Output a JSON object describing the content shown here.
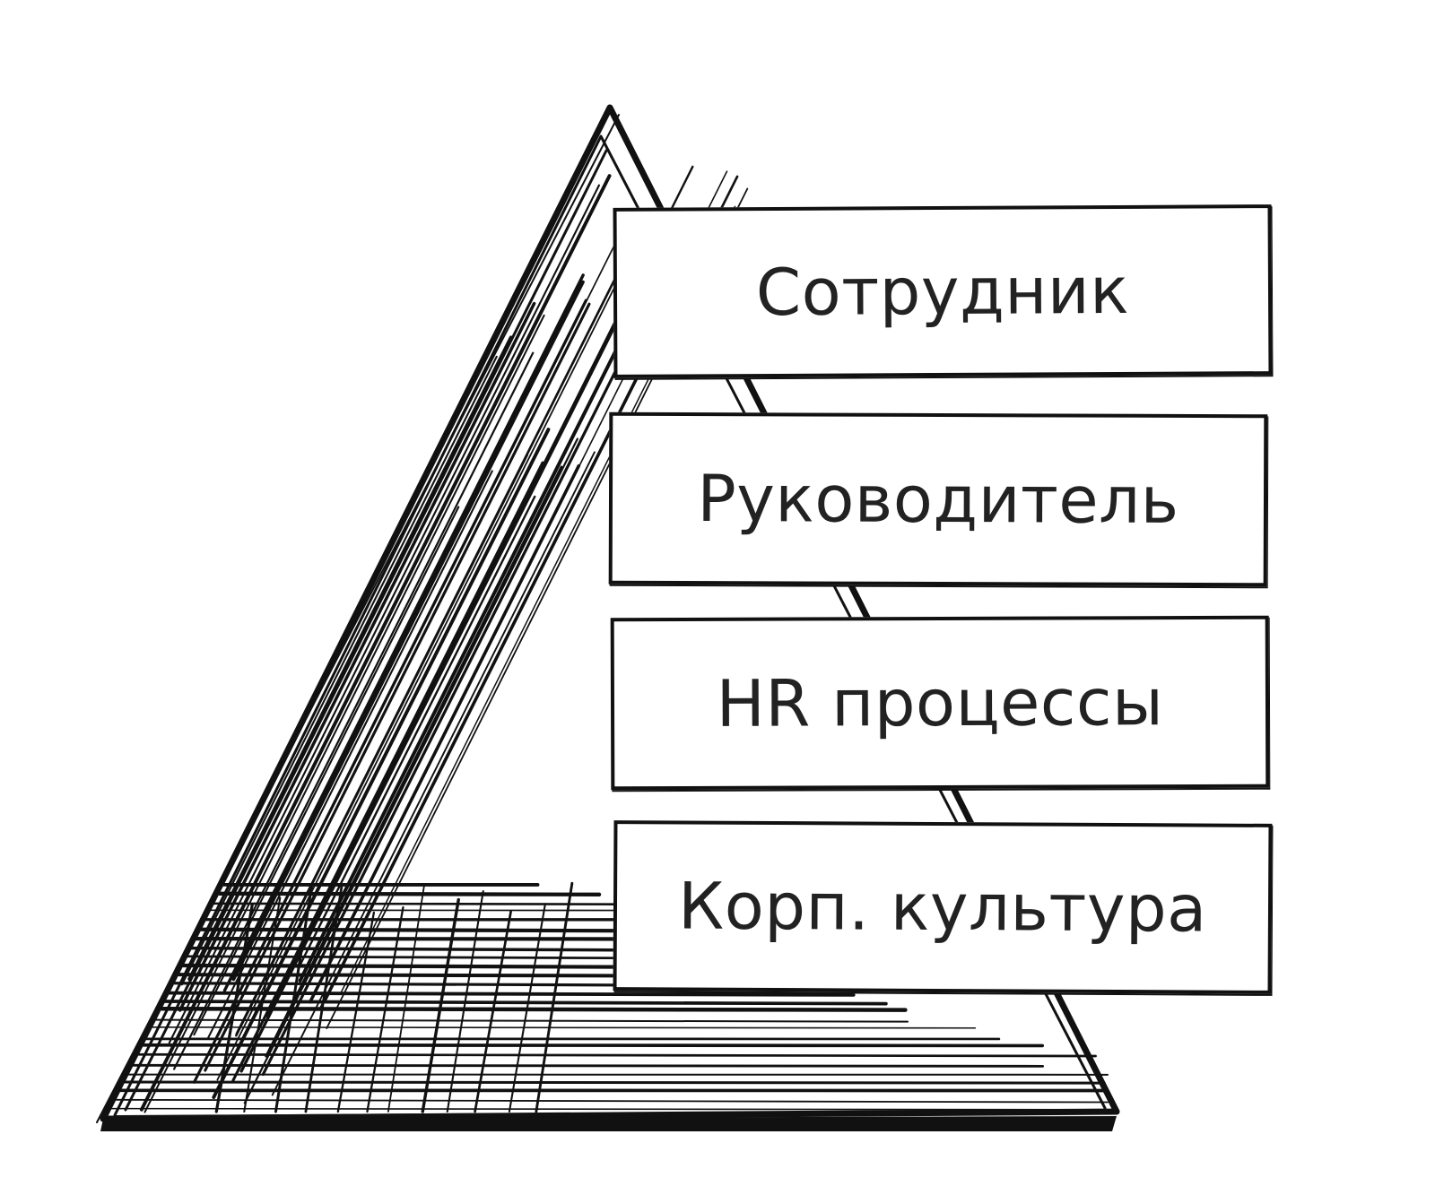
{
  "diagram": {
    "type": "pyramid",
    "levels": [
      {
        "label": "Сотрудник"
      },
      {
        "label": "Руководитель"
      },
      {
        "label": "HR процессы"
      },
      {
        "label": "Корп. культура"
      }
    ]
  },
  "colors": {
    "ink": "#111111",
    "background": "#ffffff"
  }
}
